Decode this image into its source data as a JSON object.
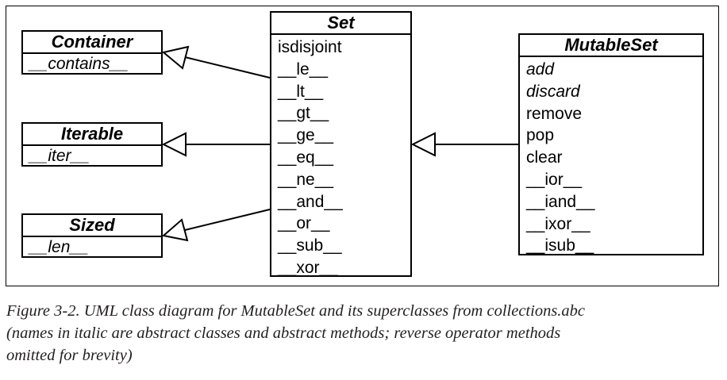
{
  "diagram": {
    "classes": {
      "container": {
        "name": "Container",
        "abstract": true,
        "methods": [
          {
            "name": "__contains__",
            "abstract": true
          }
        ]
      },
      "iterable": {
        "name": "Iterable",
        "abstract": true,
        "methods": [
          {
            "name": "__iter__",
            "abstract": true
          }
        ]
      },
      "sized": {
        "name": "Sized",
        "abstract": true,
        "methods": [
          {
            "name": "__len__",
            "abstract": true
          }
        ]
      },
      "set": {
        "name": "Set",
        "abstract": true,
        "methods": [
          {
            "name": "isdisjoint",
            "abstract": false
          },
          {
            "name": "__le__",
            "abstract": false
          },
          {
            "name": "__lt__",
            "abstract": false
          },
          {
            "name": "__gt__",
            "abstract": false
          },
          {
            "name": "__ge__",
            "abstract": false
          },
          {
            "name": "__eq__",
            "abstract": false
          },
          {
            "name": "__ne__",
            "abstract": false
          },
          {
            "name": "__and__",
            "abstract": false
          },
          {
            "name": "__or__",
            "abstract": false
          },
          {
            "name": "__sub__",
            "abstract": false
          },
          {
            "name": "__xor__",
            "abstract": false
          }
        ]
      },
      "mutableset": {
        "name": "MutableSet",
        "abstract": true,
        "methods": [
          {
            "name": "add",
            "abstract": true
          },
          {
            "name": "discard",
            "abstract": true
          },
          {
            "name": "remove",
            "abstract": false
          },
          {
            "name": "pop",
            "abstract": false
          },
          {
            "name": "clear",
            "abstract": false
          },
          {
            "name": "__ior__",
            "abstract": false
          },
          {
            "name": "__iand__",
            "abstract": false
          },
          {
            "name": "__ixor__",
            "abstract": false
          },
          {
            "name": "__isub__",
            "abstract": false
          }
        ]
      }
    },
    "inheritance": [
      {
        "from": "Set",
        "to": "Container"
      },
      {
        "from": "Set",
        "to": "Iterable"
      },
      {
        "from": "Set",
        "to": "Sized"
      },
      {
        "from": "MutableSet",
        "to": "Set"
      }
    ],
    "line_color": "#000000"
  },
  "caption": {
    "lines": [
      "Figure 3-2. UML class diagram for MutableSet and its superclasses from collections.abc",
      "(names in italic are abstract classes and abstract methods; reverse operator methods",
      "omitted for brevity)"
    ],
    "color": "#231f20"
  }
}
